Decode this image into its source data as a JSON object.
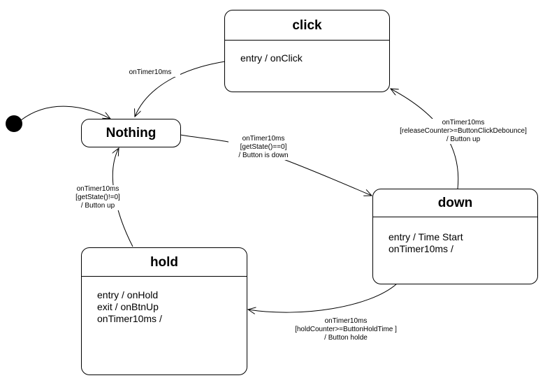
{
  "states": {
    "click": {
      "name": "click",
      "lines": [
        "entry / onClick"
      ]
    },
    "nothing": {
      "name": "Nothing"
    },
    "down": {
      "name": "down",
      "lines": [
        "entry / Time Start",
        "onTimer10ms /"
      ]
    },
    "hold": {
      "name": "hold",
      "lines": [
        "entry / onHold",
        "exit / onBtnUp",
        "onTimer10ms /"
      ]
    }
  },
  "transitions": {
    "click_to_nothing": {
      "lines": [
        "onTimer10ms"
      ]
    },
    "nothing_to_down": {
      "lines": [
        "onTimer10ms",
        "[getState()==0]",
        "/ Button is down"
      ]
    },
    "down_to_click": {
      "lines": [
        "onTimer10ms",
        "[releaseCounter>=ButtonClickDebounce]",
        "/ Button up"
      ]
    },
    "down_to_hold": {
      "lines": [
        "onTimer10ms",
        "[holdCounter>=ButtonHoldTime ]",
        "/ Button holde"
      ]
    },
    "hold_to_nothing": {
      "lines": [
        "onTimer10ms",
        "[getState()!=0]",
        "/ Button up"
      ]
    }
  }
}
